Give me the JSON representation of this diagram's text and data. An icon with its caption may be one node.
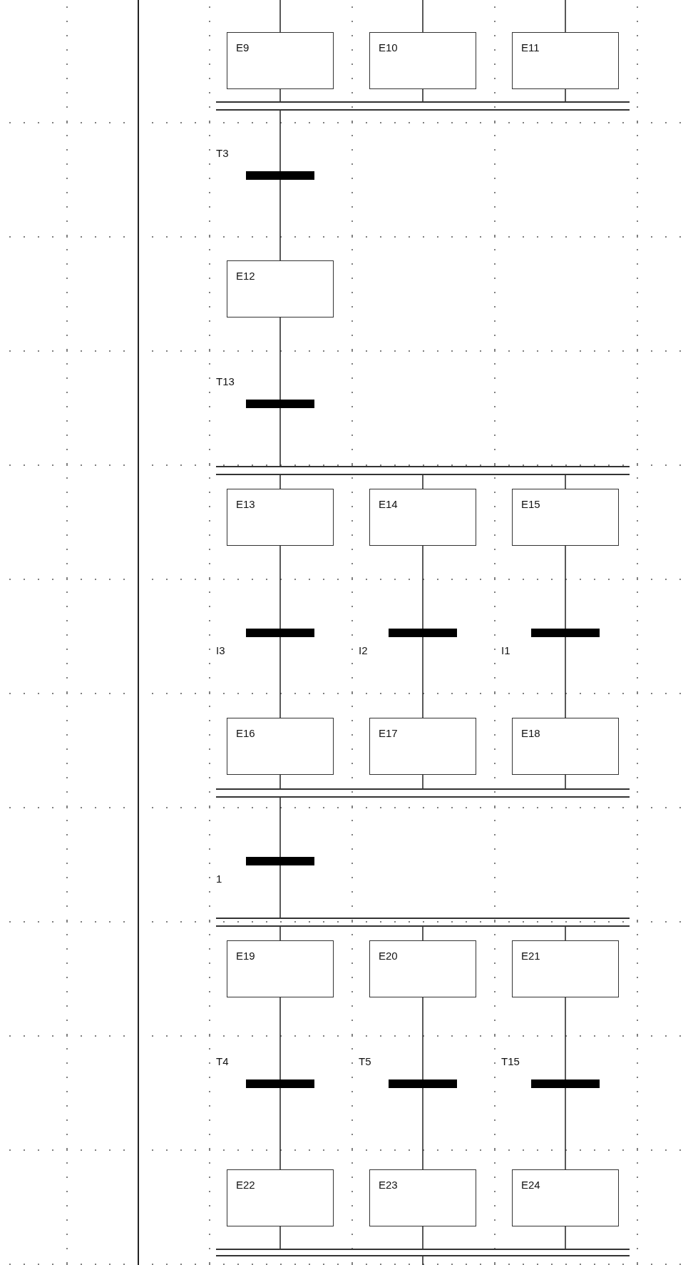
{
  "diagram": {
    "nodes": [
      {
        "text": [
          "E9"
        ]
      },
      {
        "text": [
          "E10"
        ]
      },
      {
        "text": [
          "E11"
        ]
      },
      {
        "text": [],
        "shape": "bar"
      },
      {
        "text": [],
        "shape": "bar",
        "beside": [
          "T3"
        ]
      },
      {
        "text": [
          "E12"
        ]
      },
      {
        "text": [],
        "shape": "bar",
        "beside": [
          "T13"
        ]
      },
      {
        "text": [],
        "shape": "bar"
      },
      {
        "text": [
          "E13"
        ]
      },
      {
        "text": [
          "E14"
        ]
      },
      {
        "text": [
          "E15"
        ]
      },
      {
        "text": [],
        "shape": "bar",
        "beside": [
          "I3"
        ]
      },
      {
        "text": [],
        "shape": "bar",
        "beside": [
          "I2"
        ]
      },
      {
        "text": [],
        "shape": "bar",
        "beside": [
          "I1"
        ]
      },
      {
        "text": [
          "E16"
        ]
      },
      {
        "text": [
          "E17"
        ]
      },
      {
        "text": [
          "E18"
        ]
      },
      {
        "text": [],
        "shape": "bar"
      },
      {
        "text": [],
        "shape": "bar",
        "beside": [
          "1"
        ]
      },
      {
        "text": [],
        "shape": "bar"
      },
      {
        "text": [
          "E19"
        ]
      },
      {
        "text": [
          "E20"
        ]
      },
      {
        "text": [
          "E21"
        ]
      },
      {
        "text": [],
        "shape": "bar",
        "beside": [
          "T4"
        ]
      },
      {
        "text": [],
        "shape": "bar",
        "beside": [
          "T5"
        ]
      },
      {
        "text": [],
        "shape": "bar",
        "beside": [
          "T15"
        ]
      },
      {
        "text": [
          "E22"
        ]
      },
      {
        "text": [
          "E23"
        ]
      },
      {
        "text": [
          "E24"
        ]
      },
      {
        "text": [],
        "shape": "bar"
      }
    ],
    "edges": [
      {
        "from": null,
        "to": 0,
        "arrow": "none"
      },
      {
        "from": null,
        "to": 1,
        "arrow": "none"
      },
      {
        "from": null,
        "to": 2,
        "arrow": "none"
      },
      {
        "from": 0,
        "to": 3,
        "arrow": "none"
      },
      {
        "from": 1,
        "to": 3,
        "arrow": "none"
      },
      {
        "from": 2,
        "to": 3,
        "arrow": "none"
      },
      {
        "from": 3,
        "to": 4,
        "arrow": "none"
      },
      {
        "from": 4,
        "to": 5,
        "arrow": "none"
      },
      {
        "from": 5,
        "to": 6,
        "arrow": "none"
      },
      {
        "from": 6,
        "to": 7,
        "arrow": "none"
      },
      {
        "from": 7,
        "to": 8,
        "arrow": "none"
      },
      {
        "from": 7,
        "to": 9,
        "arrow": "none"
      },
      {
        "from": 7,
        "to": 10,
        "arrow": "none"
      },
      {
        "from": 8,
        "to": 11,
        "arrow": "none"
      },
      {
        "from": 9,
        "to": 12,
        "arrow": "none"
      },
      {
        "from": 10,
        "to": 13,
        "arrow": "none"
      },
      {
        "from": 11,
        "to": 14,
        "arrow": "none"
      },
      {
        "from": 12,
        "to": 15,
        "arrow": "none"
      },
      {
        "from": 13,
        "to": 16,
        "arrow": "none"
      },
      {
        "from": 14,
        "to": 17,
        "arrow": "none"
      },
      {
        "from": 15,
        "to": 17,
        "arrow": "none"
      },
      {
        "from": 16,
        "to": 17,
        "arrow": "none"
      },
      {
        "from": 17,
        "to": 18,
        "arrow": "none"
      },
      {
        "from": 18,
        "to": 19,
        "arrow": "none"
      },
      {
        "from": 19,
        "to": 20,
        "arrow": "none"
      },
      {
        "from": 19,
        "to": 21,
        "arrow": "none"
      },
      {
        "from": 19,
        "to": 22,
        "arrow": "none"
      },
      {
        "from": 20,
        "to": 23,
        "arrow": "none"
      },
      {
        "from": 21,
        "to": 24,
        "arrow": "none"
      },
      {
        "from": 22,
        "to": 25,
        "arrow": "none"
      },
      {
        "from": 23,
        "to": 26,
        "arrow": "none"
      },
      {
        "from": 24,
        "to": 27,
        "arrow": "none"
      },
      {
        "from": 25,
        "to": 28,
        "arrow": "none"
      },
      {
        "from": 26,
        "to": 29,
        "arrow": "none"
      },
      {
        "from": 27,
        "to": 29,
        "arrow": "none"
      },
      {
        "from": 28,
        "to": 29,
        "arrow": "none"
      },
      {
        "from": 29,
        "to": null,
        "arrow": "none"
      }
    ]
  }
}
